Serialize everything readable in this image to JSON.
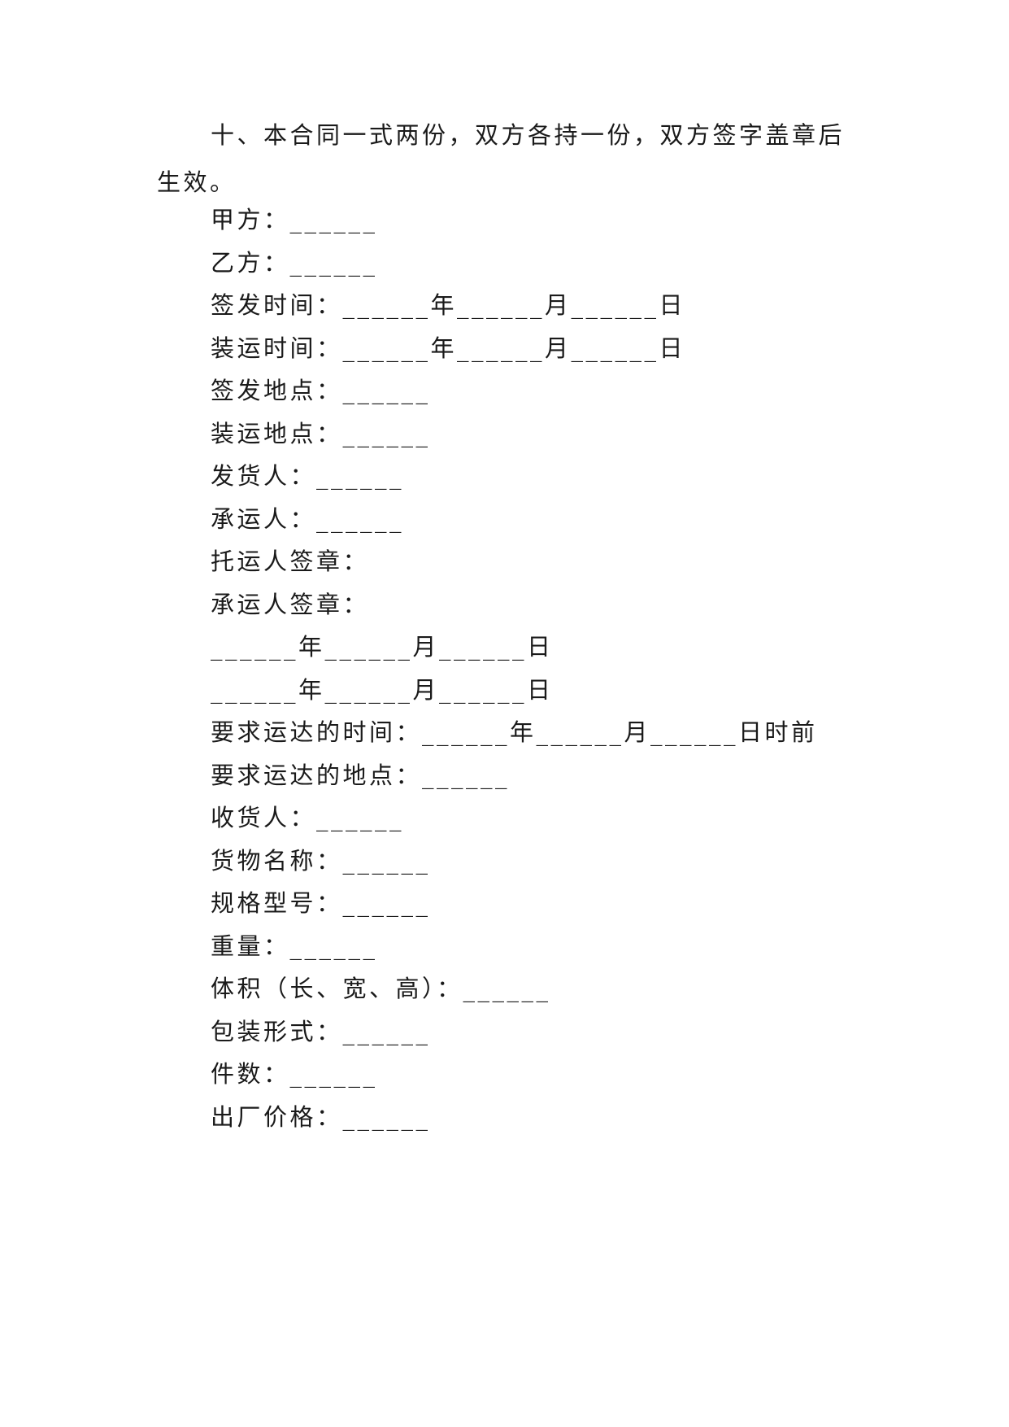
{
  "clause10": "十、本合同一式两份，双方各持一份，双方签字盖章后生效。",
  "lines": [
    "甲方：______",
    "乙方：______",
    "签发时间：______年______月______日",
    "装运时间：______年______月______日",
    "签发地点：______",
    "装运地点：______",
    "发货人：______",
    "承运人：______",
    "托运人签章：",
    "承运人签章：",
    "______年______月______日",
    "______年______月______日",
    "要求运达的时间：______年______月______日时前",
    "要求运达的地点：______",
    "收货人：______",
    "货物名称：______",
    "规格型号：______",
    "重量：______",
    "体积（长、宽、高）：______",
    "包装形式：______",
    "件数：______",
    "出厂价格：______"
  ]
}
